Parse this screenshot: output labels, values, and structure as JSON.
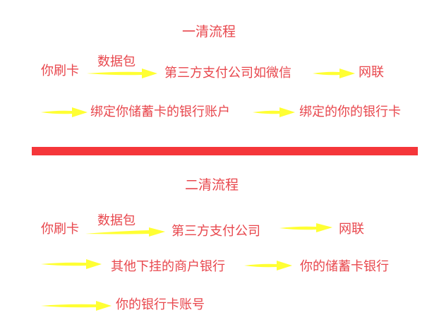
{
  "section1": {
    "title": "一清流程",
    "row1": {
      "start": "你刷卡",
      "arrow_label": "数据包",
      "node2": "第三方支付公司如微信",
      "node3": "网联"
    },
    "row2": {
      "node4": "绑定你储蓄卡的银行账户",
      "node5": "绑定的你的银行卡"
    }
  },
  "section2": {
    "title": "二清流程",
    "row1": {
      "start": "你刷卡",
      "arrow_label": "数据包",
      "node2": "第三方支付公司",
      "node3": "网联"
    },
    "row2": {
      "node4": "其他下挂的商户银行",
      "node5": "你的储蓄卡银行"
    },
    "row3": {
      "node6": "你的银行卡账号"
    }
  },
  "colors": {
    "text": "#e8474d",
    "arrow": "#ffff33",
    "divider": "#f5363a"
  }
}
